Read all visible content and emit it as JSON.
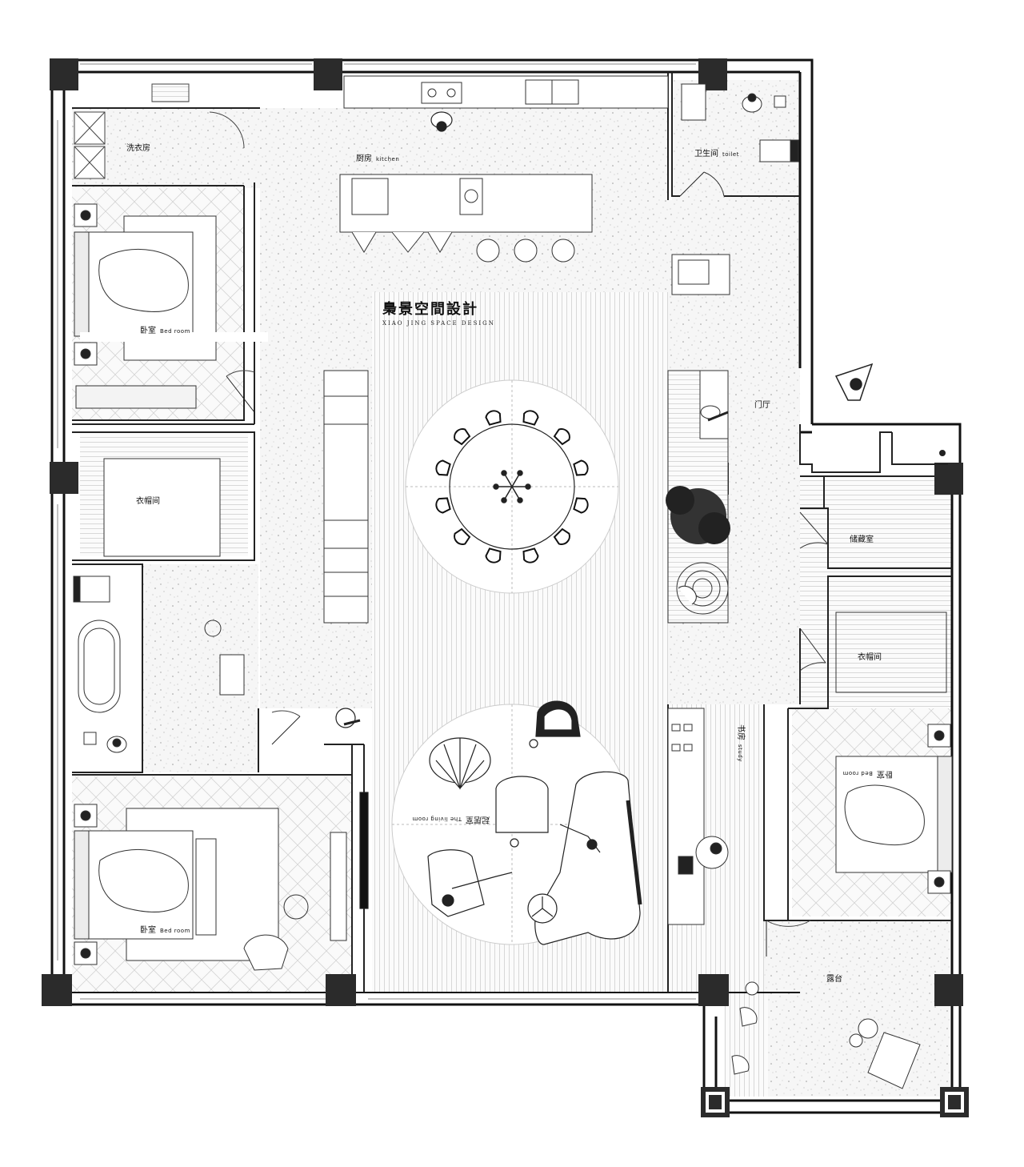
{
  "brand": {
    "name_zh": "梟景空間設計",
    "name_en": "XIAO JING SPACE DESIGN"
  },
  "rooms": {
    "laundry": {
      "zh": "洗衣房",
      "en": ""
    },
    "kitchen": {
      "zh": "厨房",
      "en": "kitchen"
    },
    "toilet": {
      "zh": "卫生间",
      "en": "toilet"
    },
    "bedroom_top_left": {
      "zh": "卧室",
      "en": "Bed room"
    },
    "wardrobe_left": {
      "zh": "衣帽间",
      "en": ""
    },
    "entrance": {
      "zh": "门厅",
      "en": ""
    },
    "storage": {
      "zh": "储藏室",
      "en": ""
    },
    "wardrobe_right": {
      "zh": "衣帽间",
      "en": ""
    },
    "living_room": {
      "zh": "起居室",
      "en": "The living room"
    },
    "study": {
      "zh": "书房",
      "en": "study"
    },
    "bedroom_right": {
      "zh": "卧室",
      "en": "Bed room"
    },
    "bedroom_bottom_left": {
      "zh": "卧室",
      "en": "Bed room"
    },
    "terrace": {
      "zh": "露台",
      "en": ""
    }
  },
  "colors": {
    "wall": "#111111",
    "column": "#2b2b2b",
    "floor_speckle": "#f4f4f4",
    "line": "#555555"
  }
}
